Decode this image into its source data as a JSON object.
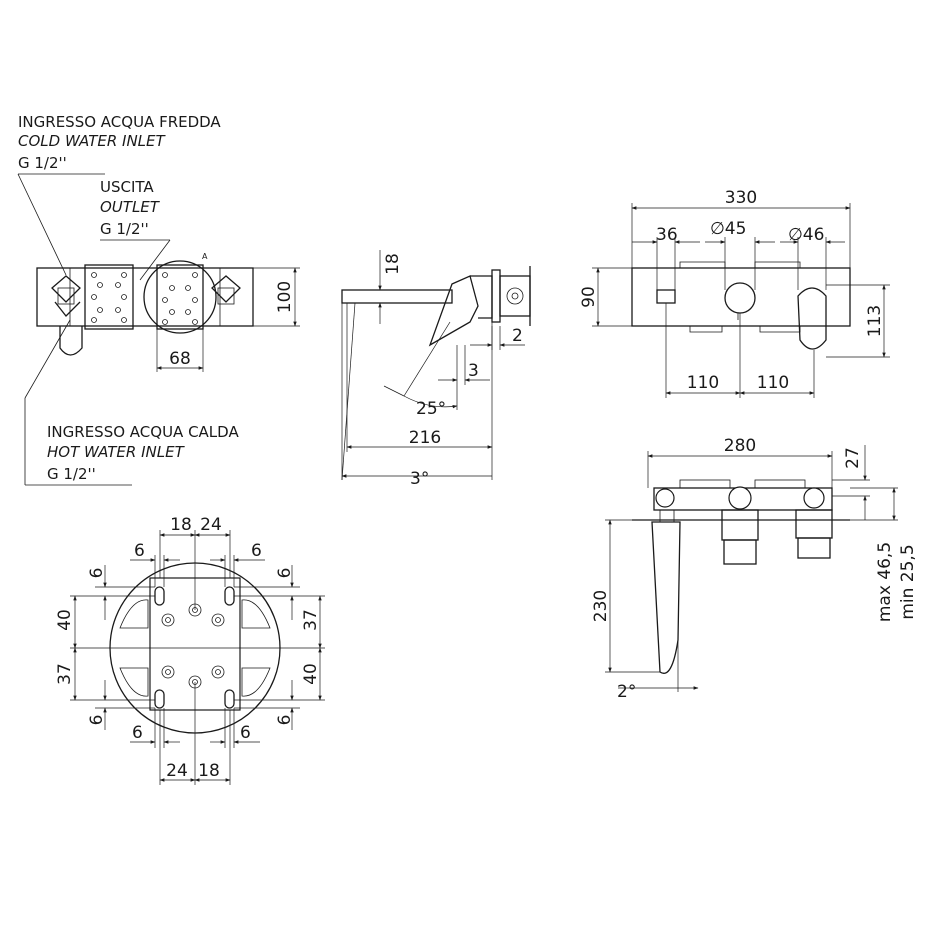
{
  "labels": {
    "cold_it": "INGRESSO ACQUA FREDDA",
    "cold_en": "COLD WATER INLET",
    "cold_size": "G 1/2''",
    "outlet_it": "USCITA",
    "outlet_en": "OUTLET",
    "outlet_size": "G 1/2''",
    "hot_it": "INGRESSO ACQUA CALDA",
    "hot_en": "HOT WATER INLET",
    "hot_size": "G 1/2''",
    "section_mark": "A"
  },
  "front_view": {
    "height": "100",
    "width_68": "68"
  },
  "side_view": {
    "d18": "18",
    "d2": "2",
    "d3": "3",
    "angle_25": "25°",
    "length_216": "216",
    "angle_3": "3°"
  },
  "top_view": {
    "overall_width": "330",
    "d36": "36",
    "dia45": "∅45",
    "dia46": "∅46",
    "height_90": "90",
    "height_113": "113",
    "d110_left": "110",
    "d110_right": "110"
  },
  "body_view": {
    "width_280": "280",
    "d27": "27",
    "max_depth": "max 46,5",
    "min_depth": "min 25,5",
    "height_230": "230",
    "angle_2": "2°"
  },
  "plate_view": {
    "top_18": "18",
    "top_24": "24",
    "top_6_left": "6",
    "top_6_right": "6",
    "left_6_top": "6",
    "left_40": "40",
    "left_37": "37",
    "left_6_bottom": "6",
    "right_6_top": "6",
    "right_37": "37",
    "right_40": "40",
    "right_6_bottom": "6",
    "bottom_6_left": "6",
    "bottom_6_right": "6",
    "bottom_24": "24",
    "bottom_18": "18"
  }
}
